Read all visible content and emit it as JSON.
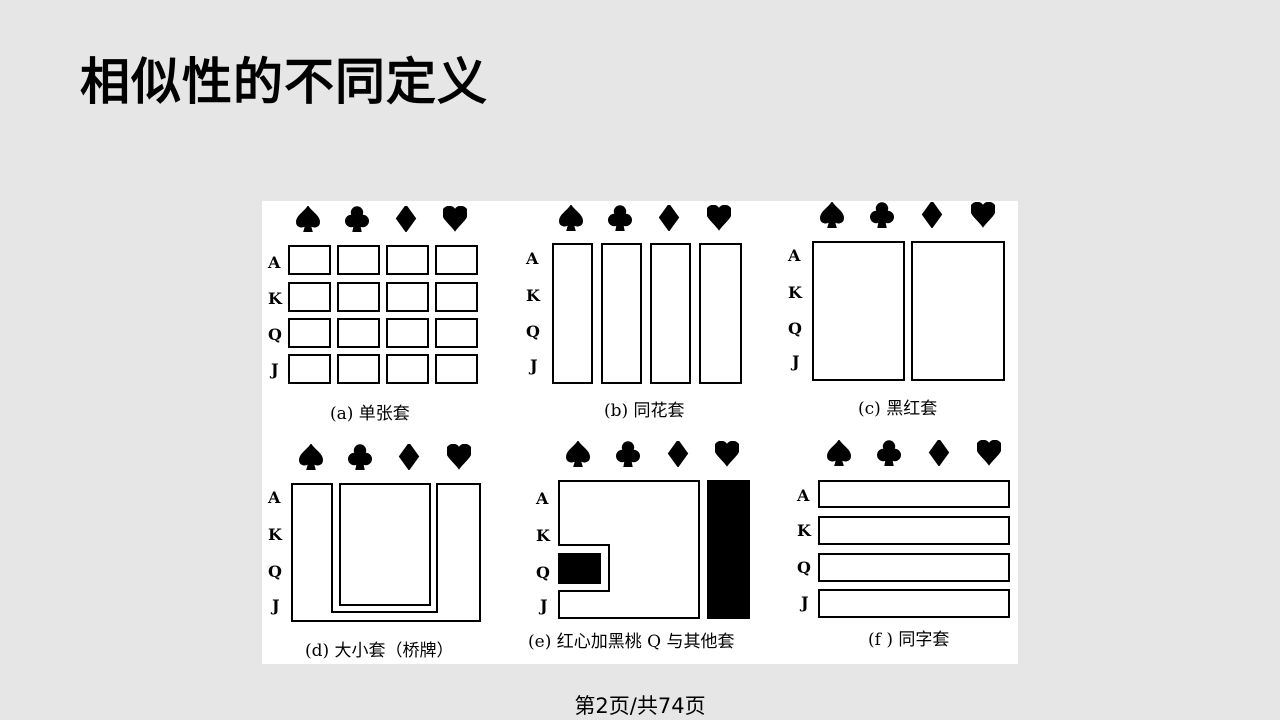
{
  "slide": {
    "title": "相似性的不同定义",
    "footer": "第2页/共74页"
  },
  "figure": {
    "suit_icons": [
      "spade-icon",
      "club-icon",
      "diamond-icon",
      "heart-icon"
    ],
    "rank_labels": [
      "A",
      "K",
      "Q",
      "J"
    ],
    "panels": [
      {
        "id": "a",
        "caption": "(a)  单张套"
      },
      {
        "id": "b",
        "caption": "(b) 同花套"
      },
      {
        "id": "c",
        "caption": "(c)  黑红套"
      },
      {
        "id": "d",
        "caption": "(d)  大小套（桥牌）"
      },
      {
        "id": "e",
        "caption": "(e)  红心加黑桃 Q 与其他套"
      },
      {
        "id": "f",
        "caption": "(f )  同字套"
      }
    ]
  }
}
